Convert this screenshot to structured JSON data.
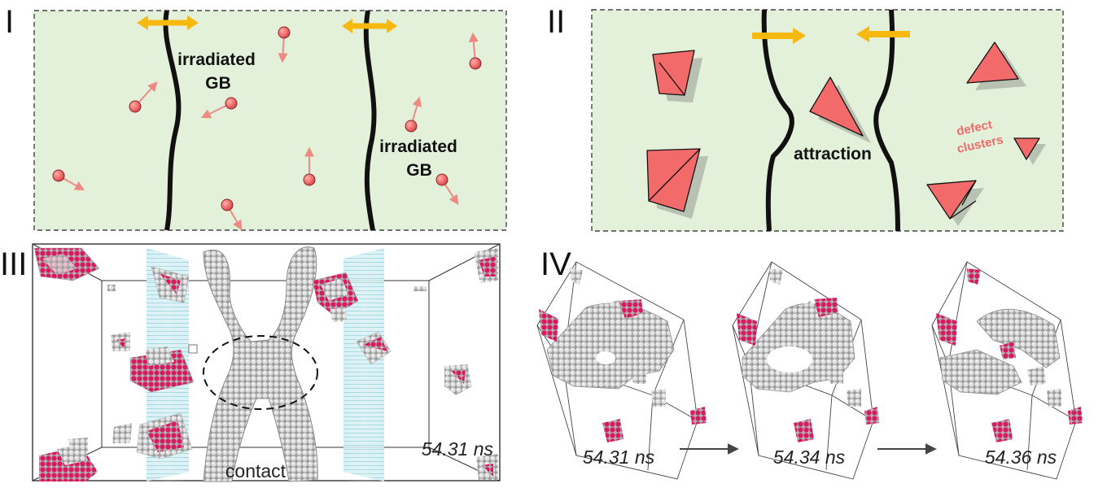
{
  "panels": {
    "p1": {
      "label": "I",
      "gb_label_left": [
        "irradiated",
        "GB"
      ],
      "gb_label_right": [
        "irradiated",
        "GB"
      ]
    },
    "p2": {
      "label": "II",
      "center_label": "attraction",
      "defect_label": [
        "defect",
        "clusters"
      ]
    },
    "p3": {
      "label": "III",
      "time": "54.31 ns",
      "contact_label": "contact"
    },
    "p4": {
      "label": "IV",
      "times": [
        "54.31 ns",
        "54.34 ns",
        "54.36 ns"
      ]
    }
  },
  "colors": {
    "panel_fill": "#e3f1da",
    "point_defect": "#f07070",
    "arrow_orange": "#f7b80f",
    "cluster": "#f26a6a",
    "atom_gray": "#bdbdbd",
    "atom_magenta": "#d91e63",
    "gb_plane": "#aedde6"
  }
}
